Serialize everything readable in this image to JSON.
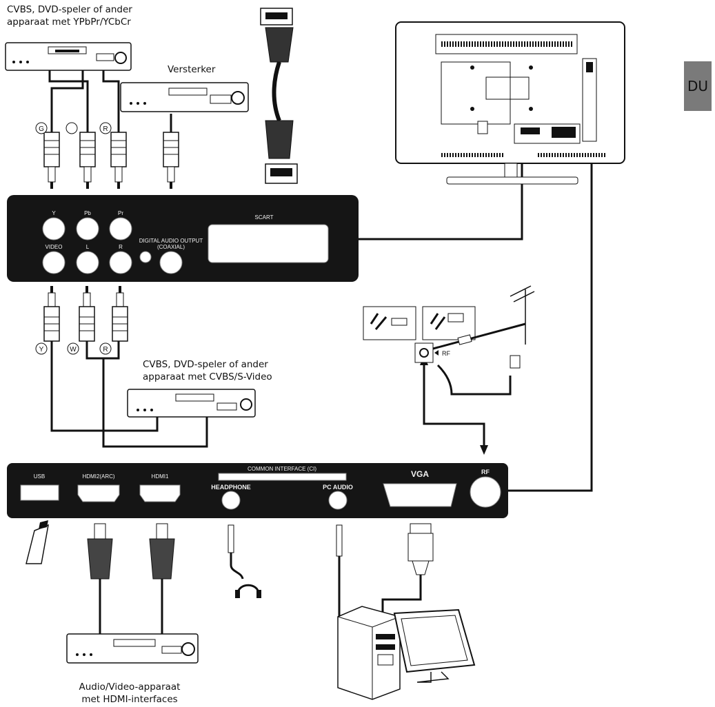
{
  "labels": {
    "ypbpr_source": [
      "CVBS, DVD-speler of ander",
      "apparaat met YPbPr/YCbCr"
    ],
    "amplifier": "Versterker",
    "cvbs_source": [
      "CVBS, DVD-speler of ander",
      "apparaat met CVBS/S-Video"
    ],
    "hdmi_source": [
      "Audio/Video-apparaat",
      "met HDMI-interfaces"
    ],
    "language_tab": "DU"
  },
  "cable_letters": {
    "top": [
      "G",
      "R"
    ],
    "bottom": [
      "Y",
      "W",
      "R"
    ]
  },
  "top_panel": {
    "ports_row1": [
      "Y",
      "Pb",
      "Pr"
    ],
    "ports_row2": [
      "VIDEO",
      "L",
      "R"
    ],
    "digital_audio": [
      "DIGITAL AUDIO OUTPUT",
      "(COAXIAL)"
    ],
    "scart": "SCART"
  },
  "bottom_panel": {
    "usb": "USB",
    "hdmi2": "HDMI2(ARC)",
    "hdmi1": "HDMI1",
    "common_interface": "COMMON INTERFACE (CI)",
    "headphone": "HEADPHONE",
    "pc_audio": "PC AUDIO",
    "vga": "VGA",
    "rf": "RF"
  },
  "antenna": {
    "rf": "RF"
  }
}
